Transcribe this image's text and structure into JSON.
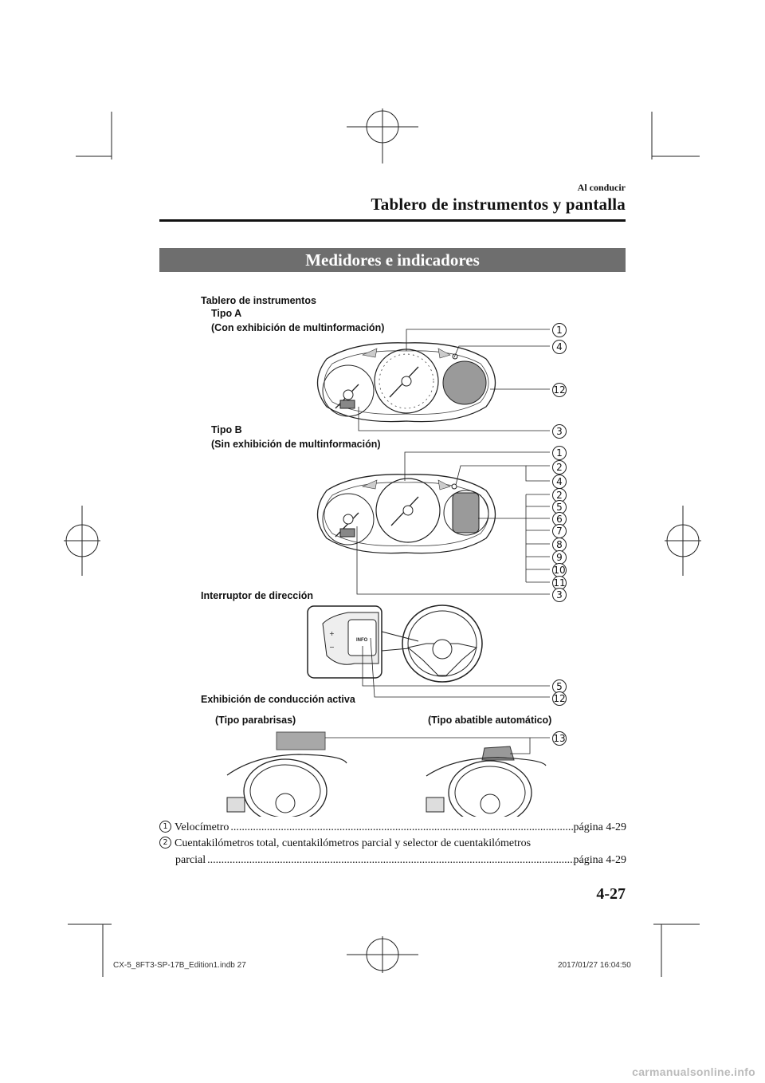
{
  "header": {
    "section": "Al conducir",
    "title": "Tablero de instrumentos y pantalla"
  },
  "banner": {
    "title": "Medidores e indicadores"
  },
  "labels": {
    "panel": "Tablero de instrumentos",
    "type_a": "Tipo A",
    "type_a_sub": "(Con exhibición de multinformación)",
    "type_b": "Tipo B",
    "type_b_sub": "(Sin exhibición de multinformación)",
    "switch": "Interruptor de dirección",
    "hud": "Exhibición de conducción activa",
    "windshield": "(Tipo parabrisas)",
    "retractable": "(Tipo abatible automático)"
  },
  "callouts_a": [
    "1",
    "4",
    "12",
    "3"
  ],
  "callouts_b": [
    "1",
    "2",
    "4",
    "2",
    "5",
    "6",
    "7",
    "8",
    "9",
    "10",
    "11",
    "3"
  ],
  "callouts_switch": [
    "5",
    "12"
  ],
  "callouts_hud": [
    "13"
  ],
  "switch_text": {
    "info": "INFO"
  },
  "items": [
    {
      "num": "1",
      "text": "Velocímetro",
      "page": "página 4-29"
    },
    {
      "num": "2",
      "text": "Cuentakilómetros total, cuentakilómetros parcial y selector de cuentakilómetros",
      "cont": "parcial",
      "page": "página 4-29"
    }
  ],
  "page_number": "4-27",
  "footer": {
    "file": "CX-5_8FT3-SP-17B_Edition1.indb   27",
    "timestamp": "2017/01/27   16:04:50"
  },
  "watermark": "carmanualsonline.info"
}
